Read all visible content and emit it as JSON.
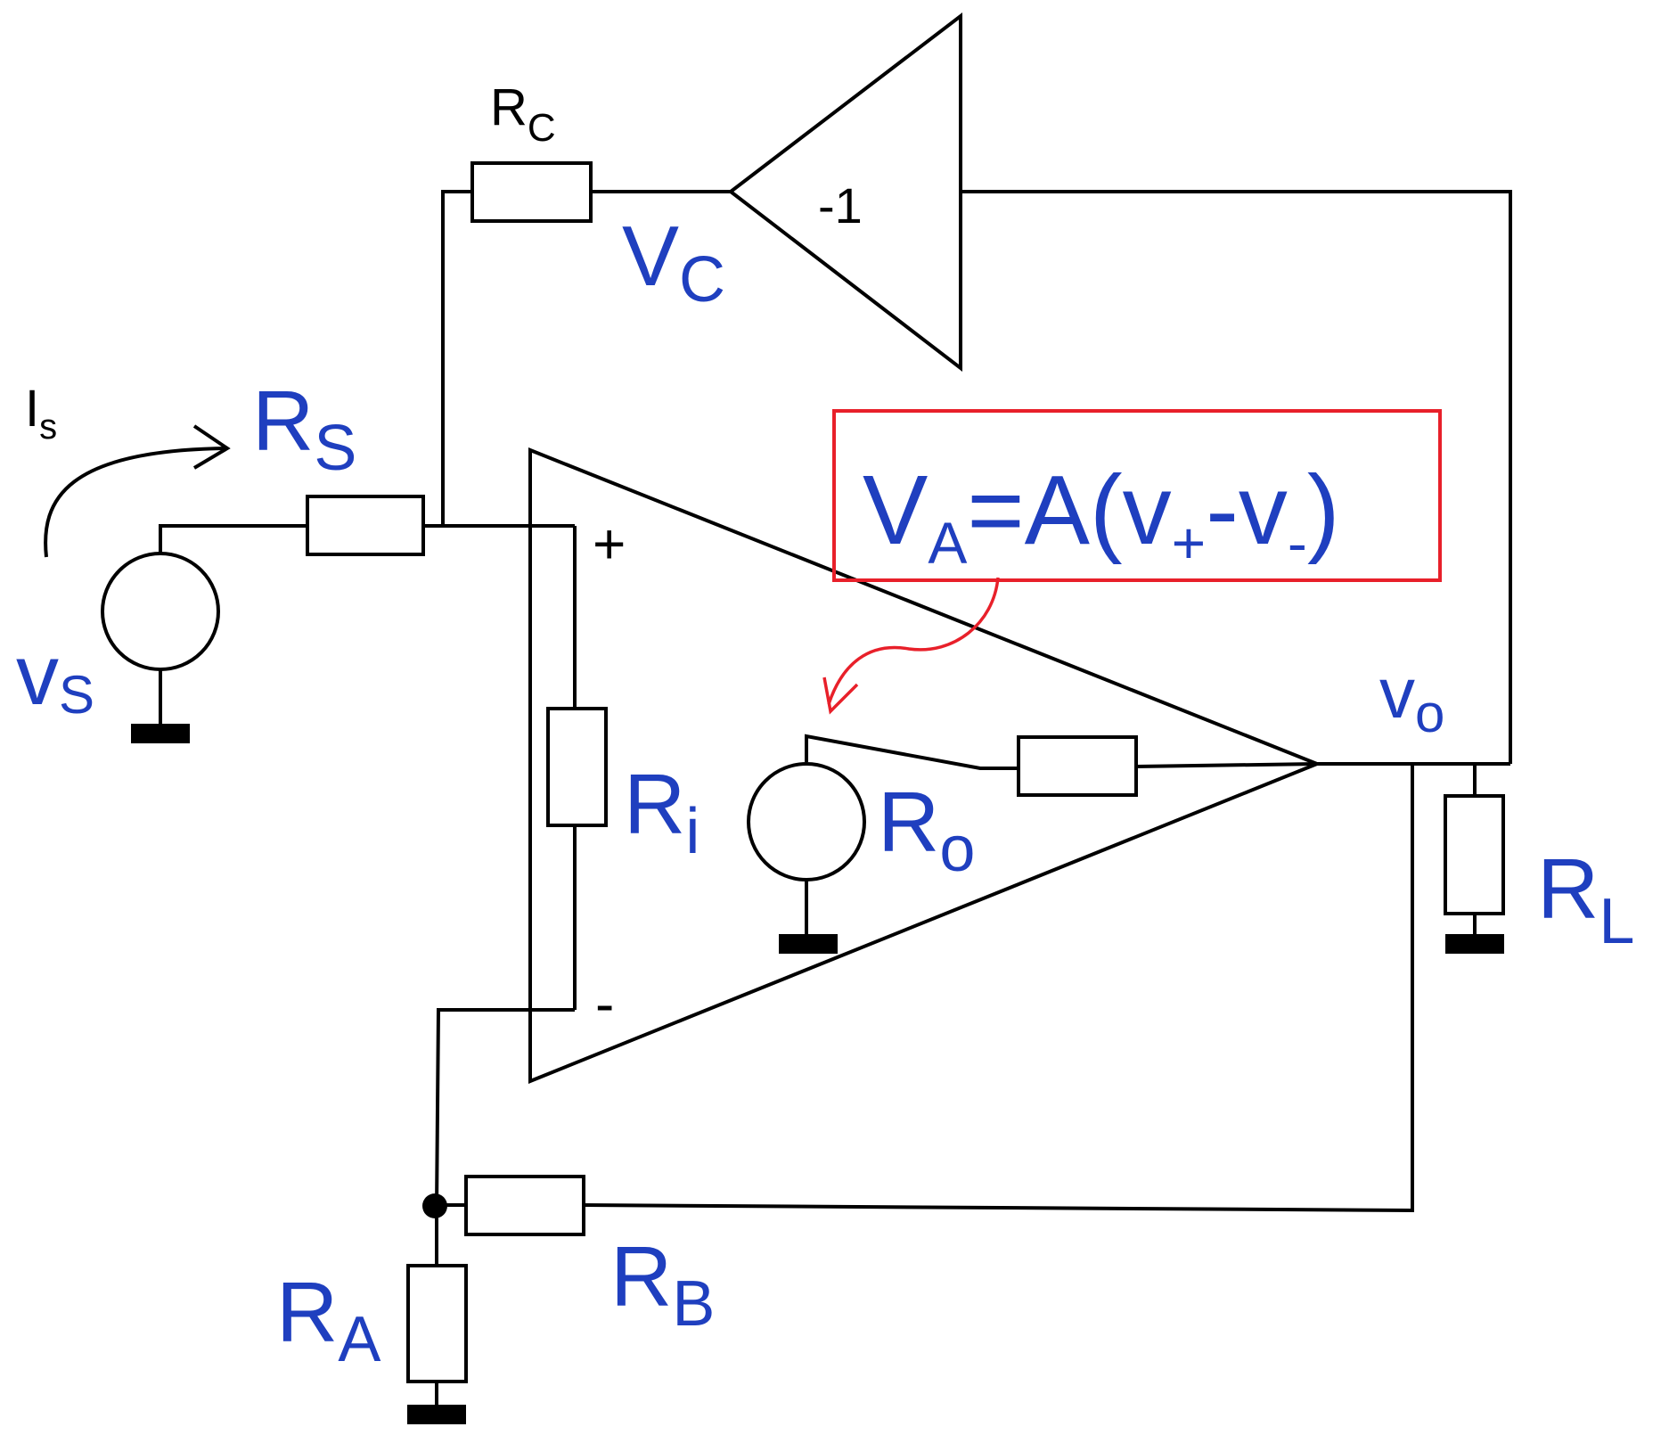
{
  "labels": {
    "rc": {
      "main": "R",
      "sub": "C"
    },
    "vc": {
      "main": "V",
      "sub": "C"
    },
    "buffer_gain": "-1",
    "is": {
      "main": "I",
      "sub": "s"
    },
    "rs": {
      "main": "R",
      "sub": "S"
    },
    "vs": {
      "main": "v",
      "sub": "S"
    },
    "plus": "+",
    "minus": "-",
    "ri": {
      "main": "R",
      "sub": "i"
    },
    "ro": {
      "main": "R",
      "sub": "o"
    },
    "vo": {
      "main": "v",
      "sub": "o"
    },
    "rl": {
      "main": "R",
      "sub": "L"
    },
    "ra": {
      "main": "R",
      "sub": "A"
    },
    "rb": {
      "main": "R",
      "sub": "B"
    },
    "equation": {
      "p1": "V",
      "p1_sub": "A",
      "p2": "=A(v",
      "p2_sub": "+",
      "p3": "-v",
      "p3_sub": "-",
      "p4": ")"
    }
  },
  "colors": {
    "label_blue": "#1f3fbf",
    "annotation_red": "#e8202a",
    "wire": "#000000"
  }
}
